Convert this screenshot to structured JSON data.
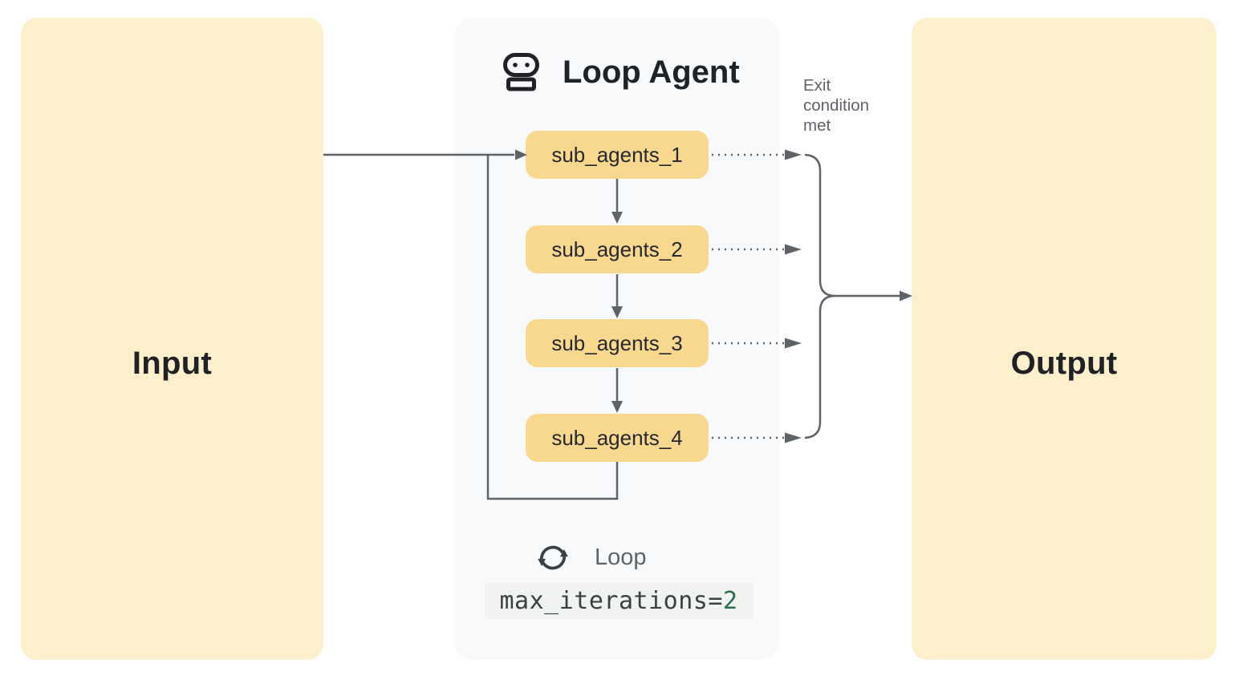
{
  "diagram": {
    "input": {
      "label": "Input"
    },
    "output": {
      "label": "Output"
    },
    "loop_agent": {
      "title": "Loop Agent",
      "sub_agents": [
        {
          "label": "sub_agents_1"
        },
        {
          "label": "sub_agents_2"
        },
        {
          "label": "sub_agents_3"
        },
        {
          "label": "sub_agents_4"
        }
      ],
      "loop": {
        "label": "Loop",
        "code_prefix": "max_iterations=",
        "code_value": "2"
      }
    },
    "annotations": {
      "exit_condition": "Exit condition met"
    }
  },
  "icons": {
    "header": "robot-icon",
    "footer": "loop-sync-icon"
  },
  "colors": {
    "io_box_fill": "#FBF0CB",
    "agent_box_fill": "#F8D78F",
    "panel_fill": "#F7F9FA",
    "connector_gray": "#5F6368",
    "text_primary": "#202124",
    "text_muted": "#5F6368",
    "code_bg": "#F0F3F0",
    "code_value_green": "#2E6B4E"
  }
}
